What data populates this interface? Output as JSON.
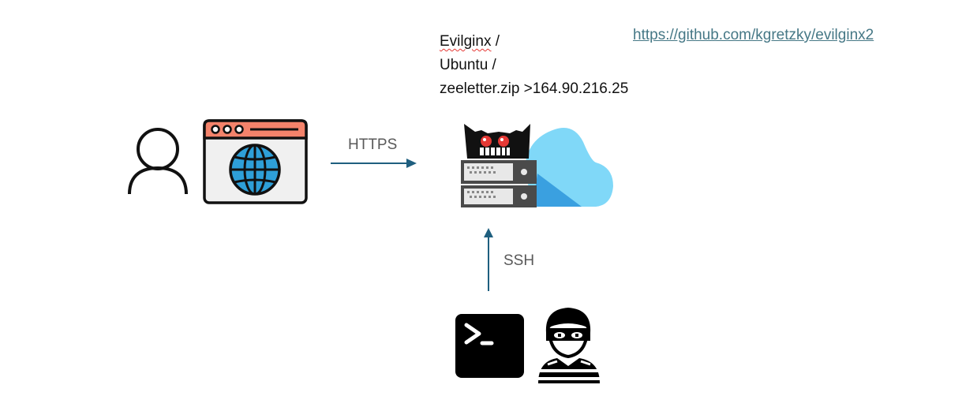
{
  "server": {
    "line1_name": "Evilginx",
    "line1_sep": " /",
    "line2": "Ubuntu /",
    "line3": "zeeletter.zip >164.90.216.25"
  },
  "link": {
    "text": "https://github.com/kgretzky/evilginx2"
  },
  "edges": {
    "https_label": "HTTPS",
    "ssh_label": "SSH"
  },
  "colors": {
    "arrow": "#1f5f7f",
    "browser_header": "#f4836b",
    "globe": "#2e9fd8",
    "cloud_light": "#80d8f8",
    "cloud_dark": "#3aa0e0",
    "link": "#467886"
  },
  "icons": [
    "user-icon",
    "browser-globe-icon",
    "evil-server-icon",
    "cloud-icon",
    "terminal-icon",
    "hacker-icon"
  ]
}
